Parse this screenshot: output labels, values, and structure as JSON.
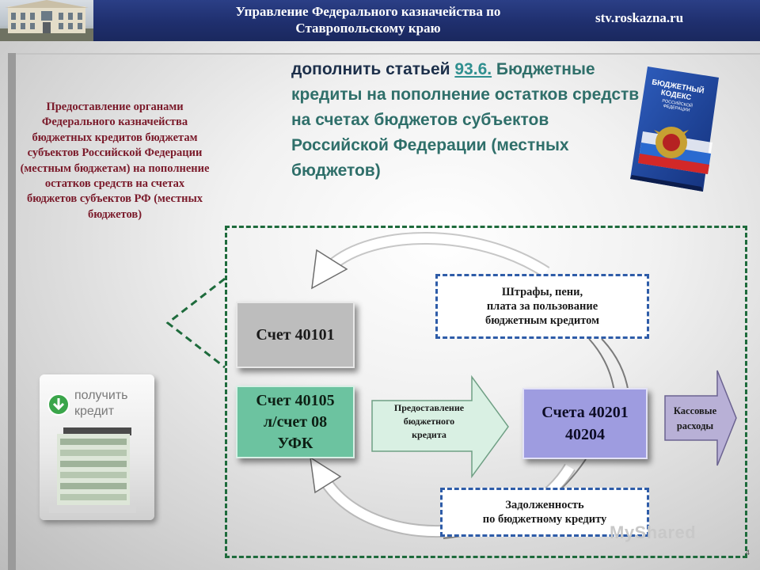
{
  "header": {
    "title_line1": "Управление Федерального казначейства по",
    "title_line2": "Ставропольскому краю",
    "site": "stv.roskazna.ru"
  },
  "left_caption": "Предоставление органами Федерального казначейства бюджетных кредитов бюджетам субъектов Российской Федерации (местным бюджетам) на пополнение остатков средств на счетах бюджетов субъектов РФ (местных бюджетов)",
  "heading": {
    "prefix": "дополнить статьей ",
    "article": "93.6.",
    "rest": " Бюджетные кредиты на пополнение остатков средств на счетах бюджетов субъектов Российской Федерации (местных бюджетов)"
  },
  "book": {
    "title": "БЮДЖЕТНЫЙ КОДЕКС",
    "subtitle": "РОССИЙСКОЙ ФЕДЕРАЦИИ"
  },
  "atm": {
    "line1": "получить",
    "line2": "кредит"
  },
  "diagram": {
    "account_40101": "Счет 40101",
    "account_40105_line1": "Счет 40105",
    "account_40105_line2": "л/счет 08",
    "account_40105_line3": "УФК",
    "accounts_40201_line1": "Счета 40201",
    "accounts_40201_line2": "40204",
    "fines_line1": "Штрафы, пени,",
    "fines_line2": "плата за пользование",
    "fines_line3": "бюджетным кредитом",
    "debt_line1": "Задолженность",
    "debt_line2": "по бюджетному кредиту",
    "credit_arrow_line1": "Предоставление",
    "credit_arrow_line2": "бюджетного",
    "credit_arrow_line3": "кредита",
    "cash_arrow_line1": "Кассовые",
    "cash_arrow_line2": "расходы"
  },
  "watermark": "MyShared",
  "page_number": "4",
  "colors": {
    "header_bg": "#1f2f6e",
    "caption_text": "#7a1a2a",
    "frame_dash": "#1e6b3c",
    "note_dash": "#2e5ca8",
    "acc_gray": "#bdbdbd",
    "acc_green": "#6cc3a0",
    "acc_purple": "#9e9ce0"
  }
}
